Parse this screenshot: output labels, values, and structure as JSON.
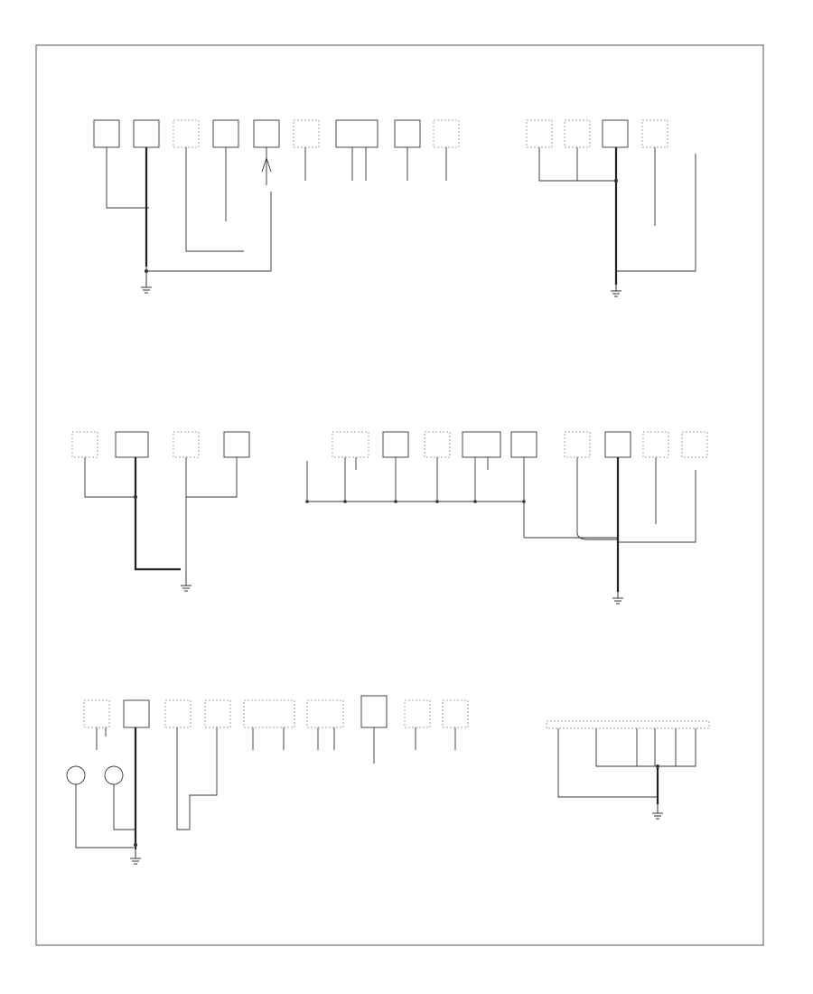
{
  "figure_id": "",
  "groups": [
    {
      "id": "g1",
      "components": [
        "",
        "",
        "",
        "",
        "",
        "",
        "",
        "",
        ""
      ],
      "splice_note": "",
      "ground_label": ""
    },
    {
      "id": "g2",
      "components": [
        "",
        "",
        "",
        "",
        ""
      ],
      "splice_note": "",
      "ground_label": ""
    },
    {
      "id": "g3",
      "header_note": "",
      "components": [
        "",
        "",
        "",
        ""
      ],
      "splice_note": "",
      "ground_label": ""
    },
    {
      "id": "g4",
      "components": [
        "",
        "",
        "",
        "",
        "",
        "",
        "",
        "",
        "",
        ""
      ],
      "splice_note": "",
      "ground_label": ""
    },
    {
      "id": "g5",
      "components": [
        "",
        "",
        "",
        "",
        "",
        "",
        "",
        "",
        "",
        ""
      ],
      "splice_note": "",
      "ground_label": ""
    },
    {
      "id": "g6",
      "components": [
        ""
      ],
      "splice_note": "",
      "ground_label": ""
    }
  ],
  "colors": {
    "frame": "#555555",
    "wire": "#333333",
    "label": "#777777"
  }
}
